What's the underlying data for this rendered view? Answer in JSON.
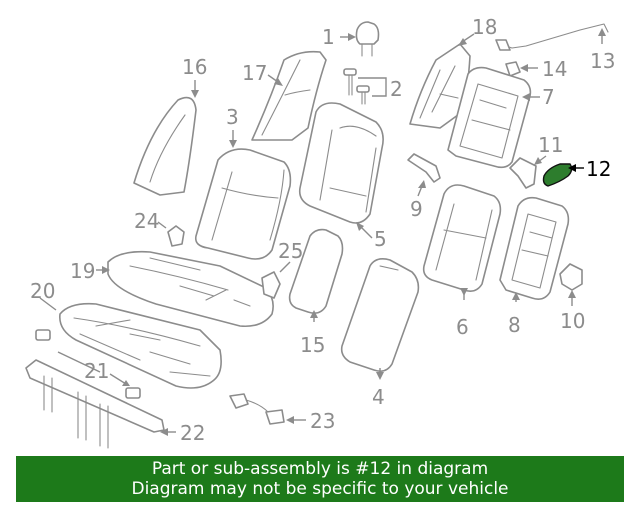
{
  "highlight": {
    "part": "12",
    "color": "#2d7d2d"
  },
  "colors": {
    "lines": "#8c8c8c",
    "banner": "#1d7a1a",
    "banner_text": "#ffffff"
  },
  "labels": {
    "1": "1",
    "2": "2",
    "3": "3",
    "4": "4",
    "5": "5",
    "6": "6",
    "7": "7",
    "8": "8",
    "9": "9",
    "10": "10",
    "11": "11",
    "12": "12",
    "13": "13",
    "14": "14",
    "15": "15",
    "16": "16",
    "17": "17",
    "18": "18",
    "19": "19",
    "20": "20",
    "21": "21",
    "22": "22",
    "23": "23",
    "24": "24",
    "25": "25"
  },
  "banner": {
    "line1": "Part or sub-assembly is #12 in diagram",
    "line2": "Diagram may not be specific to your vehicle"
  }
}
